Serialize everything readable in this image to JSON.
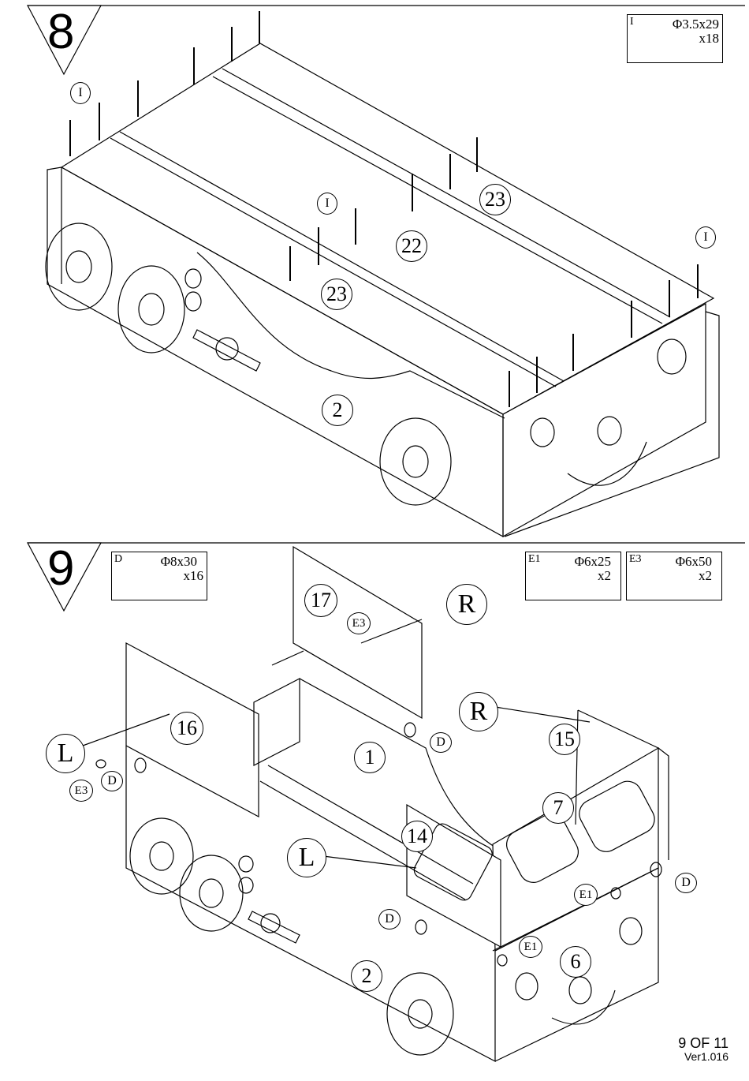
{
  "steps": [
    {
      "number": "8",
      "hardware": [
        {
          "code": "I",
          "spec": "Φ3.5x29",
          "qty": "x18",
          "icon": "screw-icon"
        }
      ],
      "callouts": {
        "part_22": "22",
        "part_23a": "23",
        "part_23b": "23",
        "part_2": "2",
        "screw_1": "I",
        "screw_2": "I",
        "screw_3": "I"
      }
    },
    {
      "number": "9",
      "hardware": [
        {
          "code": "D",
          "spec": "Φ8x30",
          "qty": "x16",
          "icon": "dowel-icon"
        },
        {
          "code": "E1",
          "spec": "Φ6x25",
          "qty": "x2",
          "icon": "bolt-icon"
        },
        {
          "code": "E3",
          "spec": "Φ6x50",
          "qty": "x2",
          "icon": "bolt-icon"
        }
      ],
      "callouts": {
        "part_17": "17",
        "part_16": "16",
        "part_15": "15",
        "part_1": "1",
        "part_7": "7",
        "part_14": "14",
        "part_6": "6",
        "part_2": "2",
        "e3_top": "E3",
        "e3_left": "E3",
        "d_1": "D",
        "d_2": "D",
        "d_3": "D",
        "d_4": "D",
        "e1_1": "E1",
        "e1_2": "E1",
        "side_r1": "R",
        "side_r2": "R",
        "side_l1": "L",
        "side_l2": "L"
      }
    }
  ],
  "footer": {
    "page": "9 OF 11",
    "version": "Ver1.016"
  }
}
